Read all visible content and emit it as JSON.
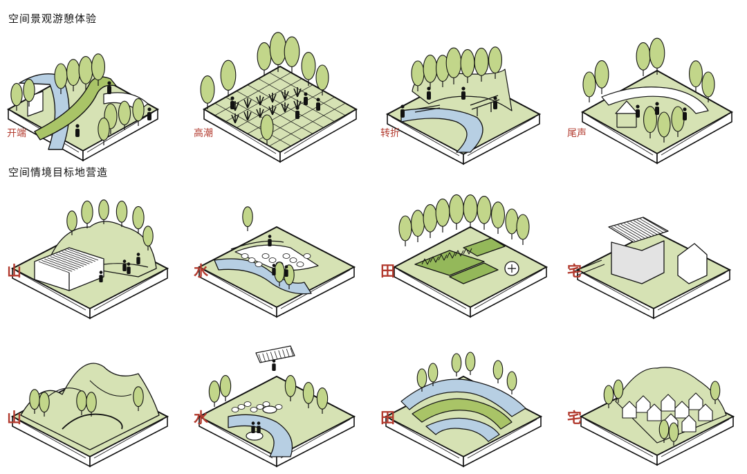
{
  "sections": [
    {
      "title": "空间景观游憩体验",
      "cells": [
        {
          "label": "开端",
          "scene": "bridge-path",
          "icons": [
            "tree",
            "bridge",
            "stream",
            "person",
            "fence"
          ]
        },
        {
          "label": "高潮",
          "scene": "grid-field",
          "icons": [
            "tree",
            "grass",
            "grid",
            "person"
          ]
        },
        {
          "label": "转折",
          "scene": "stream-bridge",
          "icons": [
            "tree",
            "bridge",
            "stream",
            "person",
            "hill"
          ]
        },
        {
          "label": "尾声",
          "scene": "pavilion",
          "icons": [
            "tree",
            "pavilion",
            "path",
            "person"
          ]
        }
      ]
    },
    {
      "title": "空间情境目标地营造",
      "cells": [
        {
          "label": "山",
          "scene": "mountain-house",
          "icons": [
            "hill",
            "house",
            "tree",
            "person",
            "fence"
          ]
        },
        {
          "label": "水",
          "scene": "river-rocks",
          "icons": [
            "river",
            "rock",
            "tree",
            "person",
            "fence"
          ]
        },
        {
          "label": "田",
          "scene": "paddy",
          "icons": [
            "tree",
            "paddy",
            "field-symbol"
          ]
        },
        {
          "label": "宅",
          "scene": "dwelling",
          "icons": [
            "house",
            "roof",
            "fence"
          ]
        }
      ]
    },
    {
      "title": "",
      "cells": [
        {
          "label": "山",
          "scene": "mountains",
          "icons": [
            "mountain",
            "stream",
            "tree"
          ]
        },
        {
          "label": "水",
          "scene": "river-boats",
          "icons": [
            "river",
            "boat",
            "rock",
            "tree",
            "bridge",
            "person"
          ]
        },
        {
          "label": "田",
          "scene": "terraces",
          "icons": [
            "terrace",
            "water",
            "tree"
          ]
        },
        {
          "label": "宅",
          "scene": "village",
          "icons": [
            "house",
            "hill",
            "tree"
          ]
        }
      ]
    }
  ],
  "colors": {
    "ground": "#d6e2b4",
    "tree": "#c2d68a",
    "water": "#b7cfe3",
    "ink": "#111111",
    "label": "#b23a2e"
  }
}
